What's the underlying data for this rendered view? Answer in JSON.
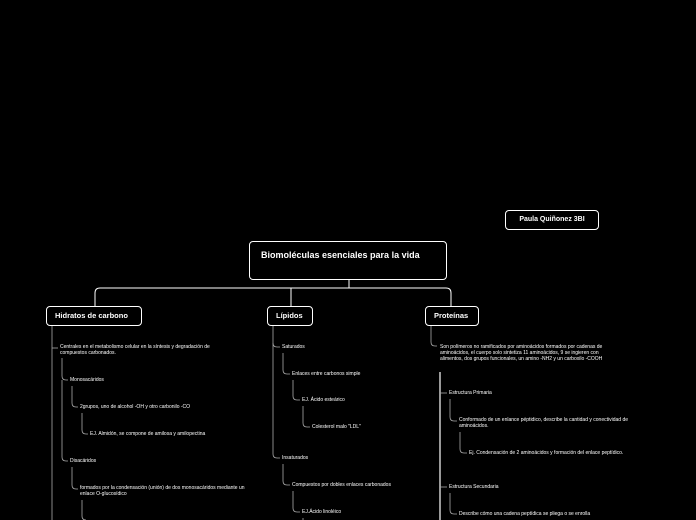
{
  "author": "Paula Quiñonez 3BI",
  "root": "Biomoléculas esenciales para la vida",
  "categories": {
    "carbs": "Hidratos de carbono",
    "lipids": "Lípidos",
    "proteins": "Proteínas"
  },
  "carbs": {
    "intro": "Centrales en el metabolismo celular en la síntesis y degradación de compuestos carbonados.",
    "mono": "Monosacáridos",
    "mono_desc": "2grupos, uno de alcohol -OH y otro carbonilo -CO",
    "mono_ex": "EJ. Almidón, se compone de amilosa y amilopectina",
    "di": "Disacáridos",
    "di_desc": "formados por la condensación (unión) de dos monosacáridos mediante un enlace O-glucosídico"
  },
  "lipids": {
    "sat": "Saturados",
    "sat_desc": "Enlaces entre carbonos simple",
    "sat_ex": "EJ. Ácido esteárico",
    "sat_ex2": "Colesterol malo \"LDL\"",
    "unsat": "Insaturados",
    "unsat_desc": "Compuestos por dobles enlaces carbonados",
    "unsat_ex": "EJ.Ácido linoléico"
  },
  "proteins": {
    "intro": "Son polímeros no ramificados por aminoácidos formados por cadenas de aminoácidos, el cuerpo solo sintetiza 11 aminoácidos, 9 se ingieren con alimentos, dos grupos funcionales, un amino -NH2 y un carboxilo -COOH",
    "primary": "Estructura Primaria",
    "primary_desc": "Conformado de un enlance péptidico, describe la cantidad y conectividad de aminoácidos.",
    "primary_ex": "Ej. Condensación de 2 aminoácidos y formación del enlace peptídico.",
    "secondary": "Estructura Secundaria",
    "secondary_desc": "Describe cómo una cadena peptídica se pliega o se enrolla"
  }
}
